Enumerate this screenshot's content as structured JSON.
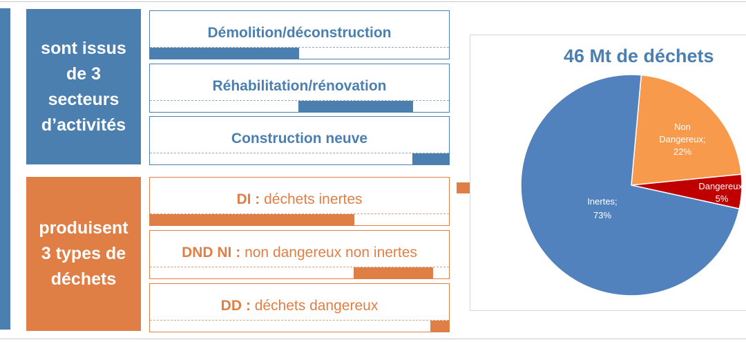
{
  "sectors_block": {
    "lines": [
      "sont issus",
      "de 3",
      "secteurs",
      "d’activités"
    ]
  },
  "types_block": {
    "lines": [
      "produisent",
      "3 types de",
      "déchets"
    ]
  },
  "sector_boxes": [
    {
      "title": "Démolition/déconstruction"
    },
    {
      "title": "Réhabilitation/rénovation"
    },
    {
      "title": "Construction neuve"
    }
  ],
  "type_boxes": [
    {
      "abbr": "DI",
      "sep": " : ",
      "desc": "déchets inertes"
    },
    {
      "abbr": "DND NI",
      "sep": " : ",
      "desc": "non dangereux non inertes"
    },
    {
      "abbr": "DD",
      "sep": " : ",
      "desc": "déchets dangereux"
    }
  ],
  "colors": {
    "blue": "#4a7fb0",
    "orange": "#e07f45",
    "pie_inertes": "#5282be",
    "pie_non_dangereux": "#f79a4b",
    "pie_dangereux": "#c00000"
  },
  "chart_data": {
    "type": "pie",
    "title": "46 Mt de déchets",
    "slices": [
      {
        "label_lines": [
          "Inertes;",
          "73%"
        ],
        "value": 73,
        "color": "#5282be"
      },
      {
        "label_lines": [
          "Non",
          "Dangereux;",
          "22%"
        ],
        "value": 22,
        "color": "#f79a4b"
      },
      {
        "label_lines": [
          "Dangereux;",
          "5%"
        ],
        "value": 5,
        "color": "#c00000"
      }
    ]
  }
}
